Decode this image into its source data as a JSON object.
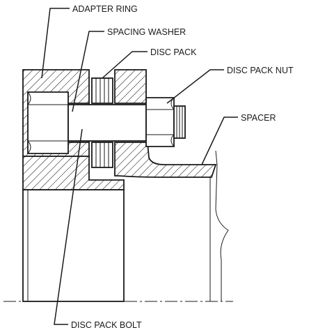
{
  "labels": {
    "adapter_ring": "ADAPTER RING",
    "spacing_washer": "SPACING WASHER",
    "disc_pack": "DISC PACK",
    "disc_pack_nut": "DISC PACK NUT",
    "spacer": "SPACER",
    "disc_pack_bolt": "DISC PACK BOLT"
  }
}
